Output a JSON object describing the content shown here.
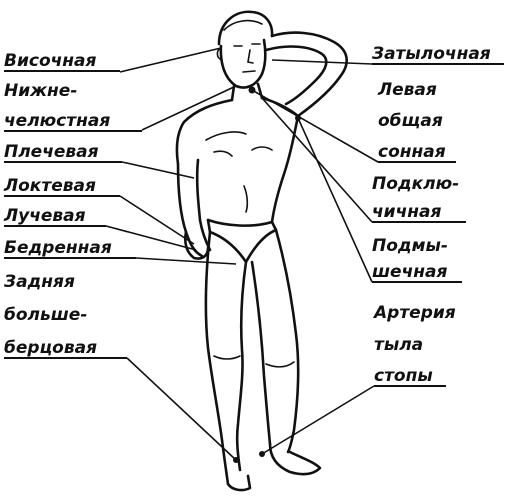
{
  "diagram": {
    "labels_left": [
      {
        "id": "temporal",
        "lines": [
          "Височная"
        ]
      },
      {
        "id": "mandibular",
        "lines": [
          "Нижне-",
          "челюстная"
        ]
      },
      {
        "id": "brachial",
        "lines": [
          "Плечевая"
        ]
      },
      {
        "id": "ulnar",
        "lines": [
          "Локтевая"
        ]
      },
      {
        "id": "radial",
        "lines": [
          "Лучевая"
        ]
      },
      {
        "id": "femoral",
        "lines": [
          "Бедренная"
        ]
      },
      {
        "id": "posterior-tibial",
        "lines": [
          "Задняя",
          "больше-",
          "берцовая"
        ]
      }
    ],
    "labels_right": [
      {
        "id": "occipital",
        "lines": [
          "Затылочная"
        ]
      },
      {
        "id": "left-common-carotid",
        "lines": [
          "Левая",
          "общая",
          "сонная"
        ]
      },
      {
        "id": "subclavian",
        "lines": [
          "Подклю-",
          "чичная"
        ]
      },
      {
        "id": "axillary",
        "lines": [
          "Подмы-",
          "шечная"
        ]
      },
      {
        "id": "dorsalis-pedis",
        "lines": [
          "Артерия",
          "тыла",
          "стопы"
        ]
      }
    ]
  }
}
